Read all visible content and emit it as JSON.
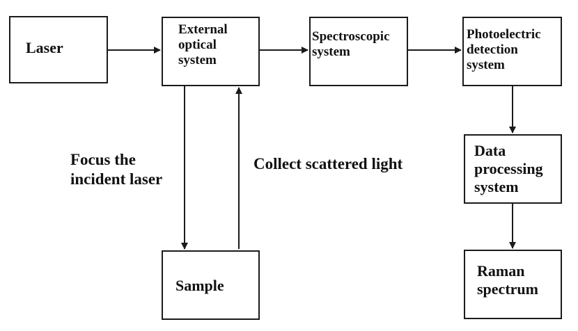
{
  "diagram": {
    "nodes": {
      "laser": {
        "label": "Laser"
      },
      "external_optical": {
        "label": "External\noptical\nsystem"
      },
      "spectroscopic": {
        "label": "Spectroscopic\nsystem"
      },
      "photoelectric": {
        "label": "Photoelectric\ndetection\nsystem"
      },
      "data_processing": {
        "label": "Data\nprocessing\nsystem"
      },
      "sample": {
        "label": "Sample"
      },
      "raman": {
        "label": "Raman\nspectrum"
      }
    },
    "edge_labels": {
      "focus": "Focus the\nincident laser",
      "collect": "Collect scattered light"
    },
    "colors": {
      "stroke": "#1a1a1a",
      "text": "#111111",
      "background": "#ffffff"
    }
  }
}
